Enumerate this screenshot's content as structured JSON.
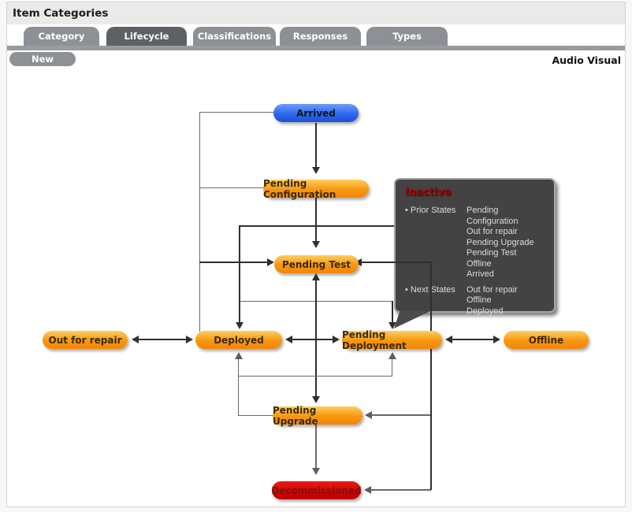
{
  "header": {
    "title": "Item Categories",
    "category_name": "Audio Visual"
  },
  "tabs": [
    {
      "label": "Category",
      "active": false
    },
    {
      "label": "Lifecycle",
      "active": true
    },
    {
      "label": "Classifications",
      "active": false
    },
    {
      "label": "Responses",
      "active": false
    },
    {
      "label": "Types",
      "active": false
    }
  ],
  "toolbar": {
    "new_label": "New"
  },
  "diagram": {
    "nodes": [
      {
        "id": "arrived",
        "label": "Arrived",
        "color": "blue"
      },
      {
        "id": "pending-configuration",
        "label": "Pending Configuration",
        "color": "orange"
      },
      {
        "id": "pending-test",
        "label": "Pending Test",
        "color": "orange"
      },
      {
        "id": "out-for-repair",
        "label": "Out for repair",
        "color": "orange"
      },
      {
        "id": "deployed",
        "label": "Deployed",
        "color": "orange"
      },
      {
        "id": "pending-deployment",
        "label": "Pending Deployment",
        "color": "orange"
      },
      {
        "id": "offline",
        "label": "Offline",
        "color": "orange"
      },
      {
        "id": "pending-upgrade",
        "label": "Pending Upgrade",
        "color": "orange"
      },
      {
        "id": "decommissioned",
        "label": "Decommissioned",
        "color": "red"
      }
    ],
    "edges": [
      {
        "from": "Arrived",
        "to": "Pending Configuration",
        "type": "directed"
      },
      {
        "from": "Pending Configuration",
        "to": "Pending Test",
        "type": "directed"
      },
      {
        "from": "Out for repair",
        "to": "Deployed",
        "type": "bidirectional"
      },
      {
        "from": "Deployed",
        "to": "Pending Deployment",
        "type": "bidirectional"
      },
      {
        "from": "Pending Deployment",
        "to": "Offline",
        "type": "bidirectional"
      },
      {
        "from": "Pending Upgrade",
        "to": "Deployed",
        "type": "directed"
      },
      {
        "from": "Pending Upgrade",
        "to": "Decommissioned",
        "type": "directed"
      },
      {
        "from": "rail-left",
        "to": "Pending Test",
        "type": "directed"
      },
      {
        "from": "rail-left",
        "to": "Deployed",
        "type": "directed"
      },
      {
        "from": "rail-mid",
        "to": "Pending Deployment",
        "type": "directed"
      },
      {
        "from": "rail-right",
        "to": "Pending Test",
        "type": "directed"
      },
      {
        "from": "rail-right",
        "to": "Pending Upgrade",
        "type": "directed"
      },
      {
        "from": "rail-right",
        "to": "Decommissioned",
        "type": "directed"
      }
    ],
    "colors": {
      "orange": "#f7970f",
      "blue": "#2e68ef",
      "red": "#cb0404",
      "line_gray": "#6a6a6a",
      "line_dark": "#2f2f2f"
    }
  },
  "tooltip": {
    "title": "Inactive",
    "bullet": "• ",
    "prior_label": "Prior States",
    "next_label": "Next States",
    "prior_states": [
      "Pending Configuration",
      "Out for repair",
      "Pending Upgrade",
      "Pending Test",
      "Offline",
      "Arrived"
    ],
    "next_states": [
      "Out for repair",
      "Offline",
      "Deployed"
    ]
  }
}
